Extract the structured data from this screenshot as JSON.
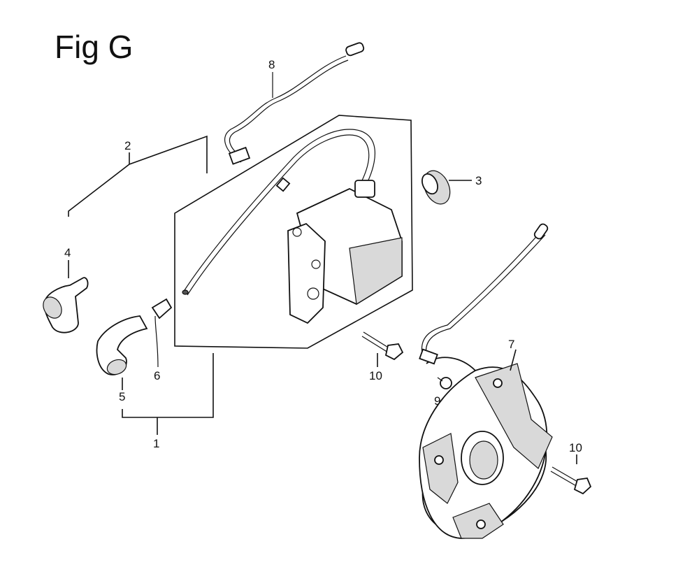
{
  "figure": {
    "title": "Fig G"
  },
  "callouts": {
    "ignition_coil_assy": "1",
    "ignition_coil_group": "2",
    "spacer": "3",
    "plug_cap_4": "4",
    "plug_cap_5": "5",
    "terminal": "6",
    "flywheel_cover": "7",
    "lead_wire": "8",
    "bolt_9": "9",
    "bolt_10_upper": "10",
    "bolt_10_lower": "10"
  }
}
